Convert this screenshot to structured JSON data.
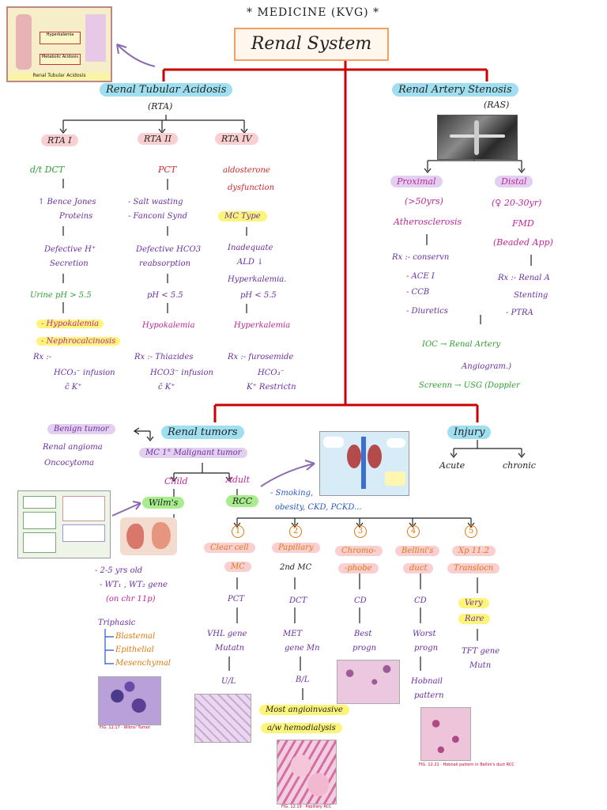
{
  "header": {
    "subject": "* MEDICINE (KVG) *",
    "title": "Renal System"
  },
  "thumb_rta": {
    "caption": "Renal Tubular Acidosis",
    "labels": [
      "Hyperkalemia",
      "Metabolic Acidosis"
    ]
  },
  "rta": {
    "title": "Renal Tubular Acidosis",
    "abbr": "(RTA)",
    "types": [
      {
        "label": "RTA I",
        "site": "d/t  DCT",
        "cause": [
          "↑ Bence Jones",
          "Proteins"
        ],
        "defect": [
          "Defective H⁺",
          "Secretion"
        ],
        "ph": "Urine pH > 5.5",
        "lytes": [
          "- Hypokalemia",
          "- Nephrocalcinosis"
        ],
        "rx": [
          "Rx :-",
          "HCO₃⁻ infusion",
          "c̄  K⁺"
        ]
      },
      {
        "label": "RTA II",
        "site": "PCT",
        "cause": [
          "- Salt wasting",
          "- Fanconi Synd"
        ],
        "defect": [
          "Defective HCO3",
          "reabsorption"
        ],
        "ph": "pH < 5.5",
        "lytes": [
          "Hypokalemia"
        ],
        "rx": [
          "Rx :- Thiazides",
          "HCO3⁻ infusion",
          "c̄  K⁺"
        ]
      },
      {
        "label": "RTA IV",
        "site": "aldosterone",
        "cause": [
          "dysfunction",
          "MC Type"
        ],
        "defect": [
          "Inadequate",
          "ALD ↓",
          "Hyperkalemia."
        ],
        "ph": "pH < 5.5",
        "lytes": [
          "Hyperkalemia"
        ],
        "rx": [
          "Rx :- furosemide",
          "HCO₃⁻",
          "K⁺ Restrictn"
        ]
      }
    ]
  },
  "ras": {
    "title": "Renal Artery Stenosis",
    "abbr": "(RAS)",
    "proximal": {
      "label": "Proximal",
      "lines": [
        "(>50yrs)",
        "Atherosclerosis"
      ],
      "rx": [
        "Rx :- conservn",
        "- ACE I",
        "- CCB",
        "- Diuretics"
      ]
    },
    "distal": {
      "label": "Distal",
      "lines": [
        "(♀ 20-30yr)",
        "FMD",
        "(Beaded App)"
      ],
      "rx": [
        "Rx :- Renal A",
        "Stenting",
        "- PTRA"
      ]
    },
    "ioc": [
      "IOC → Renal Artery",
      "Angiogram.)"
    ],
    "screen": "Screenn → USG (Doppler"
  },
  "tumors": {
    "title": "Renal tumors",
    "benign": [
      "Benign tumor",
      "Renal angioma",
      "Oncocytoma"
    ],
    "mc": "MC 1° Malignant tumor",
    "child": "Child",
    "adult": "Adult",
    "wilms": "Wilm's",
    "rcc": "RCC",
    "risk": [
      "- Smoking,",
      "obesity, CKD, PCKD..."
    ],
    "wilms_notes": [
      "- 2-5 yrs old",
      "- WT₁ , WT₂ gene",
      "(on chr 11p)"
    ],
    "triphasic": [
      "Triphasic",
      "Blastemal",
      "Epithelial",
      "Mesenchymal"
    ],
    "types": [
      {
        "num": "1",
        "name": [
          "Clear cell",
          "MC"
        ],
        "site": "PCT",
        "gene": [
          "VHL gene",
          "Mutatn"
        ],
        "note": [
          "U/L"
        ]
      },
      {
        "num": "2",
        "name": [
          "Papillary",
          "2nd MC"
        ],
        "site": "DCT",
        "gene": [
          "MET",
          "gene Mn"
        ],
        "note": [
          "B/L"
        ]
      },
      {
        "num": "3",
        "name": [
          "Chromo-",
          "-phobe"
        ],
        "site": "CD",
        "gene": [
          "Best",
          "progn"
        ],
        "note": []
      },
      {
        "num": "4",
        "name": [
          "Bellini's",
          "duct"
        ],
        "site": "CD",
        "gene": [
          "Worst",
          "progn"
        ],
        "note": [
          "Hobnail",
          "pattern"
        ]
      },
      {
        "num": "5",
        "name": [
          "Xp 11.2",
          "Translocn"
        ],
        "site": "",
        "gene": [
          "Very",
          "Rare"
        ],
        "note": [
          "TFT gene",
          "Mutn"
        ]
      }
    ],
    "angio": [
      "Most angioinvasive",
      "a/w hemodialysis"
    ]
  },
  "injury": {
    "title": "Injury",
    "acute": "Acute",
    "chronic": "chronic"
  },
  "captions": {
    "wilms_hist": "FIG. 12.17 · Wilms' Tumor",
    "papillary_hist": "FIG. 12.19 · Papillary RCC",
    "bellini_hist": "FIG. 12.21 · Hobnail pattern in Bellini's duct RCC"
  },
  "colors": {
    "red_line": "#cc0000",
    "green": "#2e9e2e",
    "red": "#d6262c",
    "purple": "#6a2fa0",
    "magenta": "#c0259a",
    "orange": "#e07a10",
    "blue": "#2b55c4"
  }
}
